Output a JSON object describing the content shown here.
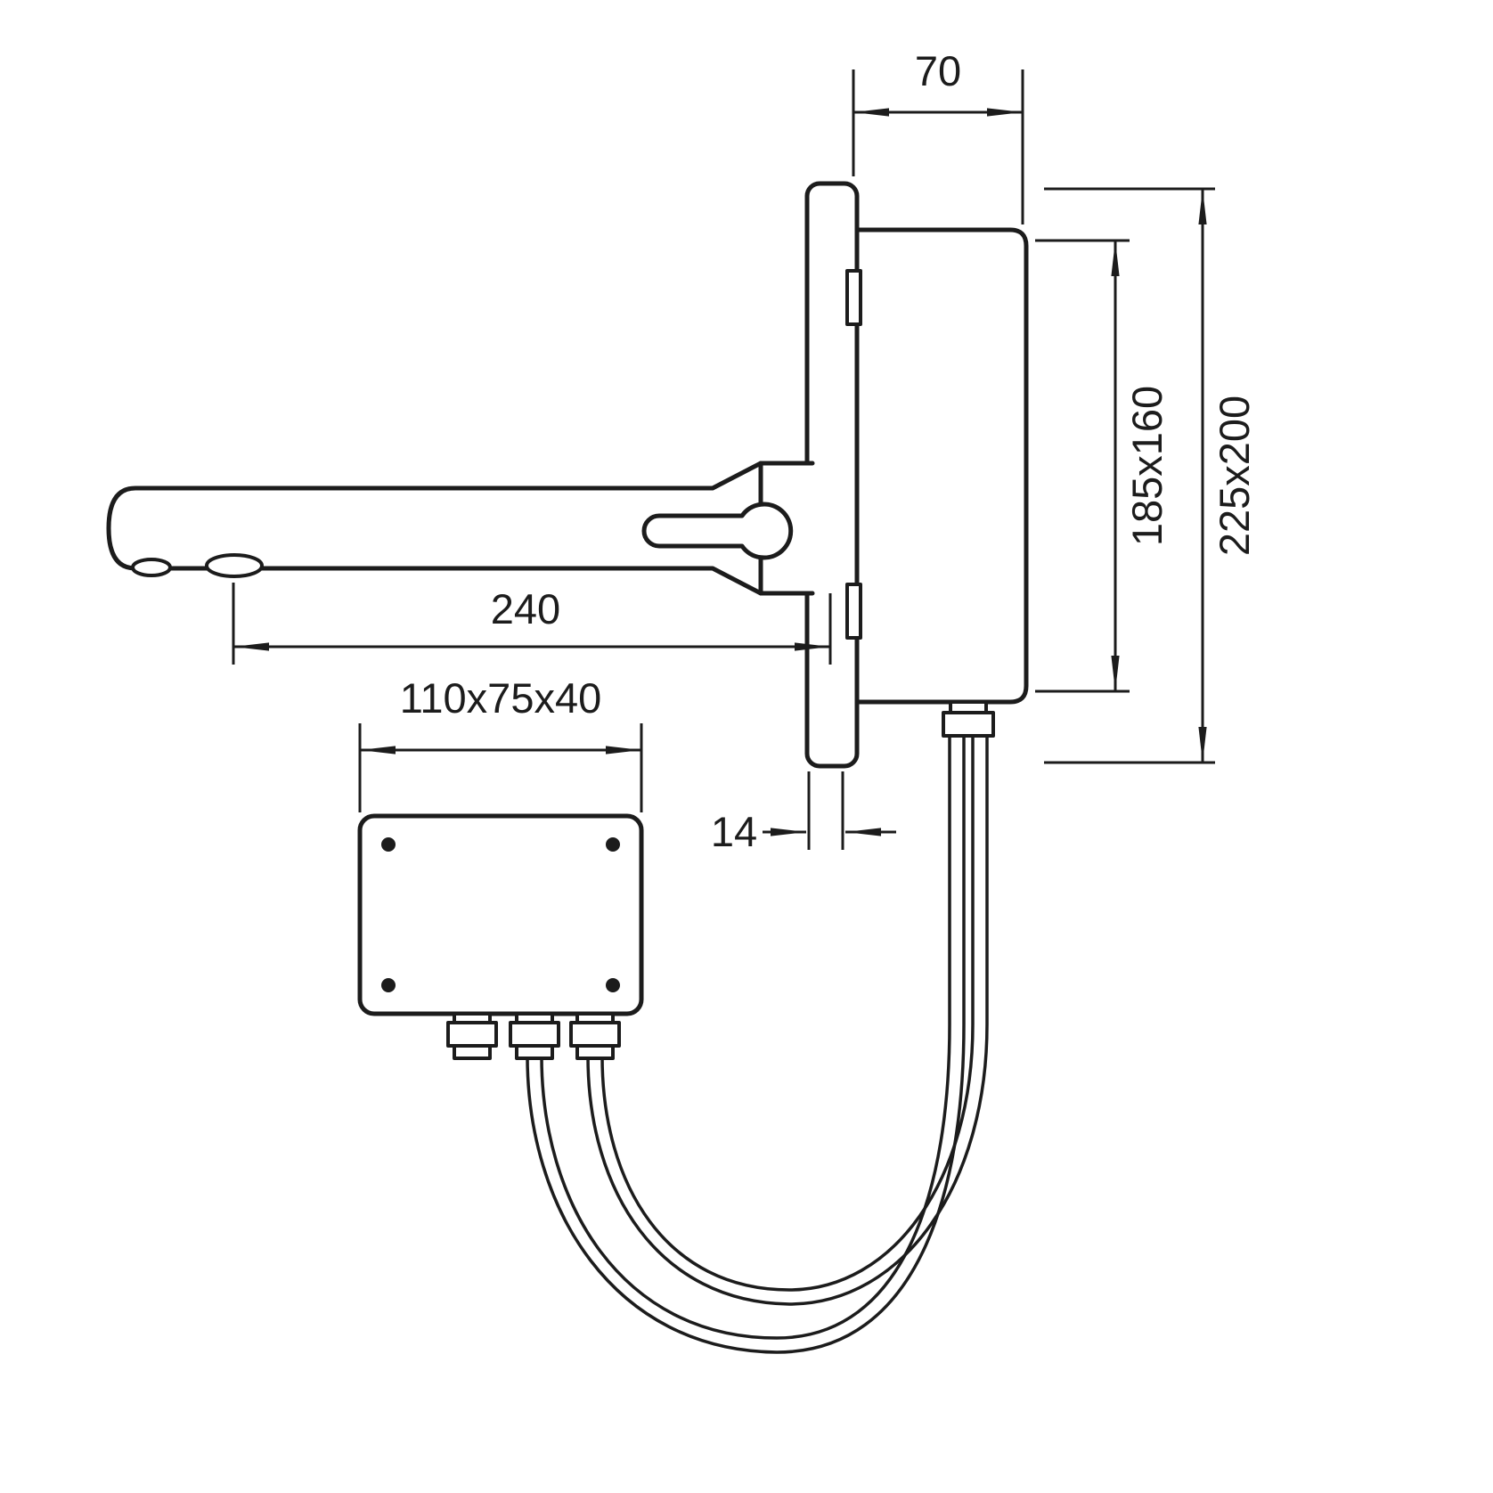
{
  "drawing": {
    "background": "#ffffff",
    "line_color": "#1c1c1c",
    "dimensions": {
      "body_depth": "70",
      "inner_frame": "185x160",
      "outer_frame": "225x200",
      "spout_reach": "240",
      "junction_box": "110x75x40",
      "plate_thickness": "14"
    }
  }
}
